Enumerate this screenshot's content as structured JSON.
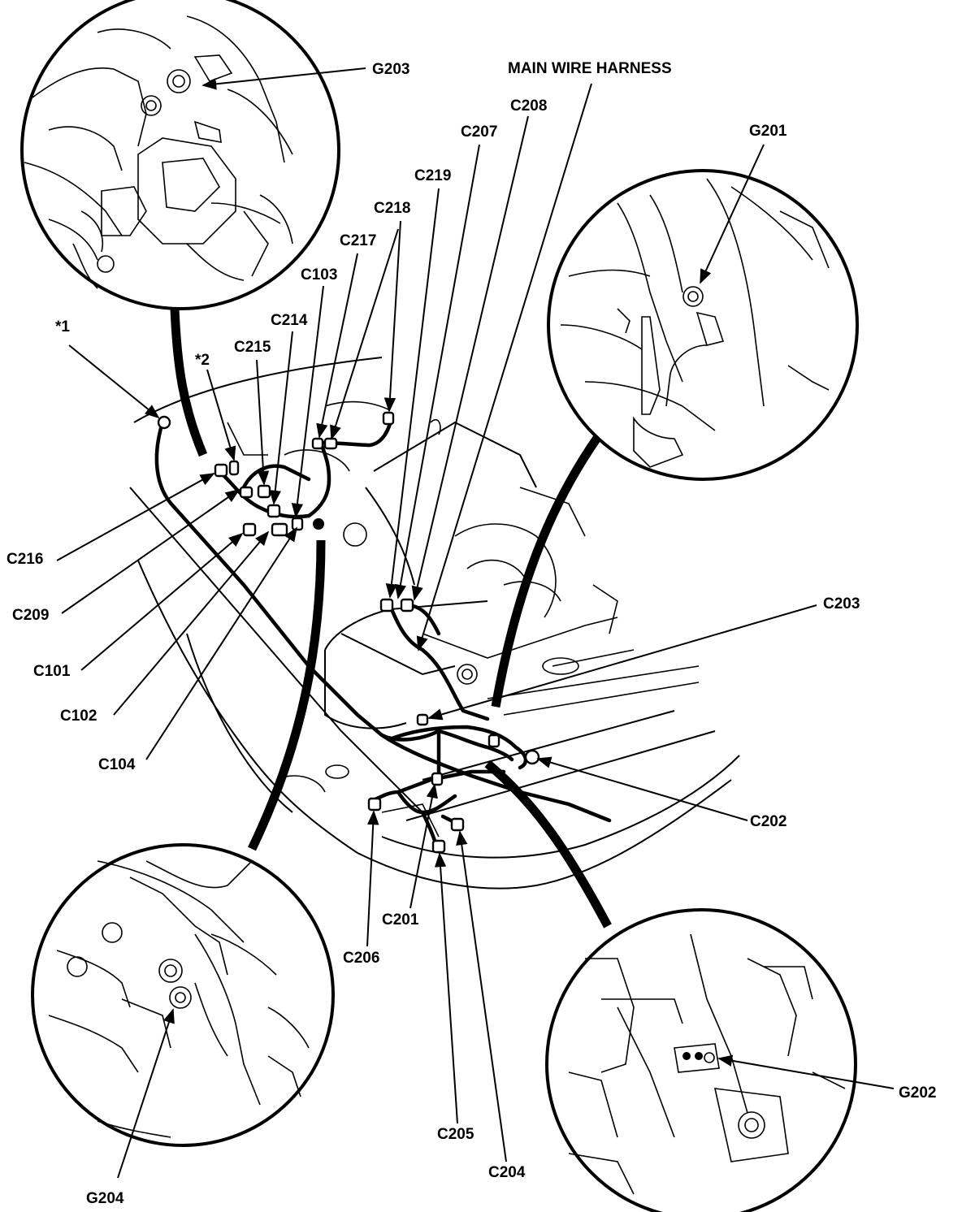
{
  "labels": {
    "main_wire_harness": "MAIN WIRE HARNESS",
    "g203": "G203",
    "g201": "G201",
    "g202": "G202",
    "g204": "G204",
    "c208": "C208",
    "c207": "C207",
    "c219": "C219",
    "c218": "C218",
    "c217": "C217",
    "c103": "C103",
    "c214": "C214",
    "c215": "C215",
    "note1": "*1",
    "note2": "*2",
    "c216": "C216",
    "c209": "C209",
    "c101": "C101",
    "c102": "C102",
    "c104": "C104",
    "c203": "C203",
    "c202": "C202",
    "c201": "C201",
    "c206": "C206",
    "c205": "C205",
    "c204": "C204"
  }
}
